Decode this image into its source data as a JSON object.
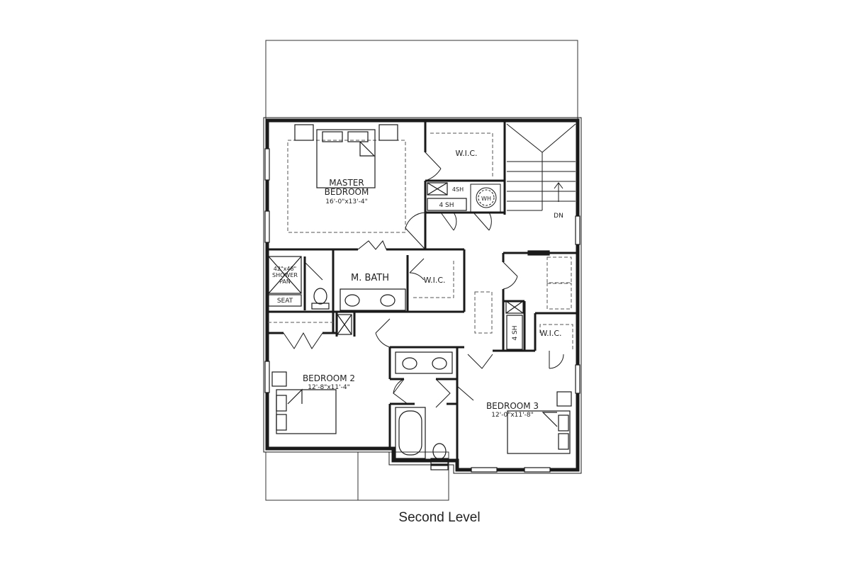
{
  "caption": "Second Level",
  "rooms": {
    "master_bedroom": {
      "line1": "MASTER",
      "line2": "BEDROOM",
      "dims": "16'-0\"x13'-4\""
    },
    "wic_top": "W.I.C.",
    "wic_mbath": "W.I.C.",
    "wic_bed3": "W.I.C.",
    "m_bath": "M. BATH",
    "shower": {
      "line1": "42\"x48\"",
      "line2": "SHOWER",
      "line3": "PAN"
    },
    "seat": "SEAT",
    "bedroom2": {
      "name": "BEDROOM 2",
      "dims": "12'-8\"x11'-4\""
    },
    "bedroom3": {
      "name": "BEDROOM 3",
      "dims": "12'-0\"x11'-8\""
    },
    "four_sh_a": "4SH",
    "four_sh_b": "4 SH",
    "four_sh_c": "4 SH",
    "wh": "WH",
    "stair_dn": "DN"
  },
  "colors": {
    "line": "#1a1a1a",
    "wall": "#1a1a1a",
    "dash": "#555555"
  }
}
